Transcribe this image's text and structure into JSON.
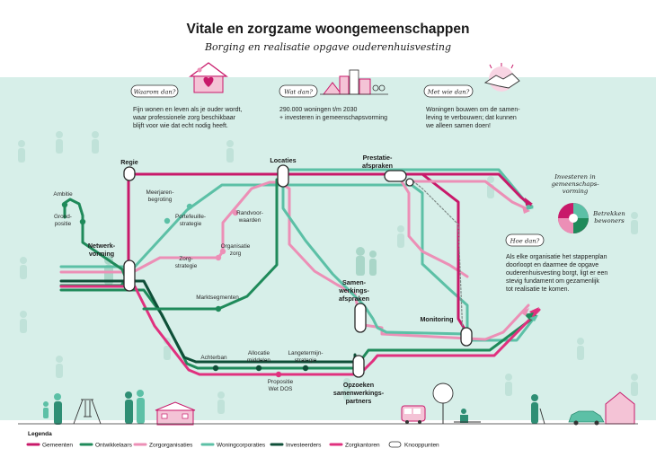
{
  "header": {
    "title": "Vitale en zorgzame woongemeenschappen",
    "subtitle": "Borging en realisatie opgave ouderenhuisvesting"
  },
  "intro": {
    "waarom": {
      "tag": "Waarom dan?",
      "text": [
        "Fijn wonen en leven als je ouder wordt,",
        "waar professionele zorg beschikbaar",
        "blijft voor wie dat echt nodig heeft."
      ]
    },
    "wat": {
      "tag": "Wat dan?",
      "text": [
        "290.000 woningen t/m 2030",
        "+ investeren in gemeenschapsvorming"
      ]
    },
    "metwie": {
      "tag": "Met wie dan?",
      "text": [
        "Woningen bouwen om de samen-",
        "leving te verbouwen; dat kunnen",
        "we alleen samen doen!"
      ]
    },
    "hoe": {
      "tag": "Hoe dan?",
      "text": [
        "Als elke organisatie het stappenplan",
        "doorloopt en daarmee de opgave",
        "ouderenhuisvesting borgt, ligt er een",
        "stevig fundament om gezamenlijk",
        "tot realisatie te komen."
      ]
    }
  },
  "targets": {
    "investeren": [
      "Investeren in",
      "gemeenschaps-",
      "vorming"
    ],
    "betrekken": [
      "Betrekken",
      "bewoners"
    ]
  },
  "stations": {
    "regie": "Regie",
    "locaties": "Locaties",
    "prestatie": [
      "Prestatie-",
      "afspraken"
    ],
    "netwerk": [
      "Netwerk-",
      "vorming"
    ],
    "samenwerking": [
      "Samen-",
      "werkings-",
      "afspraken"
    ],
    "monitoring": "Monitoring",
    "opzoeken": [
      "Opzoeken",
      "samenwerkings-",
      "partners"
    ],
    "ambitie": "Ambitie",
    "grondpositie": [
      "Grond-",
      "positie"
    ],
    "meerjaren": [
      "Meerjaren-",
      "begroting"
    ],
    "portefeuille": [
      "Portefeuille-",
      "strategie"
    ],
    "randvoor": [
      "Randvoor-",
      "waarden"
    ],
    "organisatiezorg": [
      "Organisatie",
      "zorg"
    ],
    "zorgstrategie": [
      "Zorg-",
      "strategie"
    ],
    "marktsegmenten": "Marktsegmenten",
    "achterban": "Achterban",
    "allocatie": [
      "Allocatie",
      "middelen"
    ],
    "langetermijn": [
      "Langetermijn-",
      "strategie"
    ],
    "propositie": [
      "Propositie",
      "Wet DOS"
    ]
  },
  "legend": {
    "title": "Legenda",
    "items": [
      {
        "label": "Gemeenten",
        "color": "#c8196a"
      },
      {
        "label": "Ontwikkelaars",
        "color": "#1f8a5a"
      },
      {
        "label": "Zorgorganisaties",
        "color": "#ec8fb6"
      },
      {
        "label": "Woningcorporaties",
        "color": "#5cc0a6"
      },
      {
        "label": "Investeerders",
        "color": "#0f4f38"
      },
      {
        "label": "Zorgkantoren",
        "color": "#e0307e"
      }
    ],
    "knooppunten": "Knooppunten"
  },
  "colors": {
    "band": "#d7efe9",
    "gemeenten": "#c8196a",
    "ontwikkelaars": "#1f8a5a",
    "zorgorganisaties": "#ec8fb6",
    "woningcorporaties": "#5cc0a6",
    "investeerders": "#0f4f38",
    "zorgkantoren": "#e0307e"
  }
}
